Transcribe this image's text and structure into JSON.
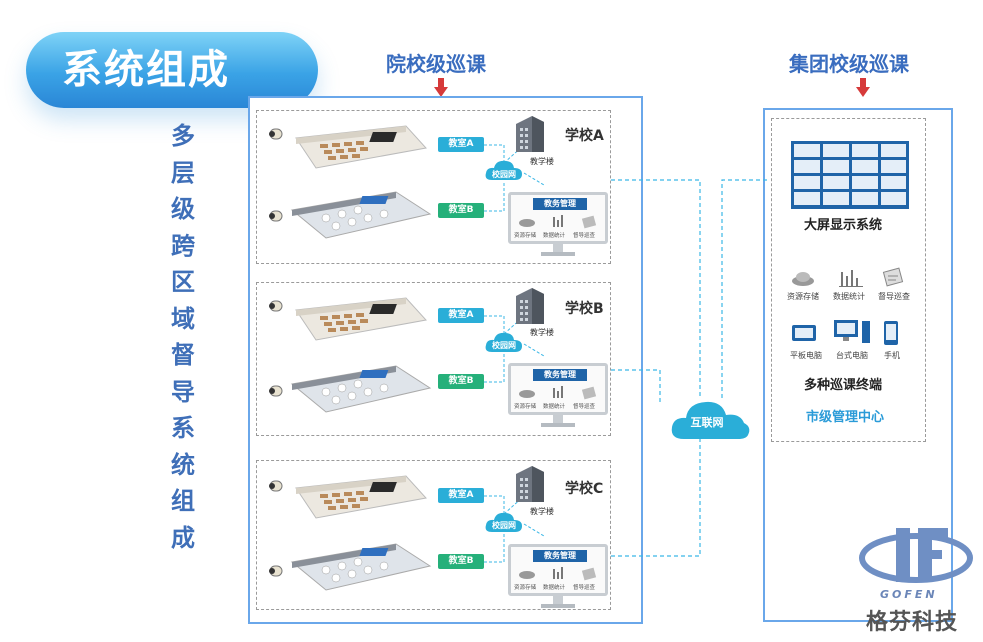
{
  "title": "系统组成",
  "vertical_title": [
    "多",
    "层",
    "级",
    "跨",
    "区",
    "域",
    "督",
    "导",
    "系",
    "统",
    "组",
    "成"
  ],
  "left_section": "院校级巡课",
  "right_section": "集团校级巡课",
  "schools": [
    {
      "name": "学校A",
      "building": "教学楼",
      "classroom_a": "教室A",
      "classroom_b": "教室B",
      "network": "校园网",
      "monitor_title": "教务管理",
      "monitor_items": [
        "资源存储",
        "数据统计",
        "督导巡查"
      ]
    },
    {
      "name": "学校B",
      "building": "教学楼",
      "classroom_a": "教室A",
      "classroom_b": "教室B",
      "network": "校园网",
      "monitor_title": "教务管理",
      "monitor_items": [
        "资源存储",
        "数据统计",
        "督导巡查"
      ]
    },
    {
      "name": "学校C",
      "building": "教学楼",
      "classroom_a": "教室A",
      "classroom_b": "教室B",
      "network": "校园网",
      "monitor_title": "教务管理",
      "monitor_items": [
        "资源存储",
        "数据统计",
        "督导巡查"
      ]
    }
  ],
  "internet": "互联网",
  "big_screen": "大屏显示系统",
  "functions": [
    "资源存储",
    "数据统计",
    "督导巡查"
  ],
  "devices": [
    "平板电脑",
    "台式电脑",
    "手机"
  ],
  "terminals": "多种巡课终端",
  "center": "市级管理中心",
  "brand": {
    "name": "格芬科技",
    "sub": "GOFEN"
  },
  "colors": {
    "accent": "#3a6dbf",
    "cyan": "#2aaed8",
    "green": "#25b07a",
    "arrow": "#d63a3a",
    "line": "#3bb7e6"
  }
}
